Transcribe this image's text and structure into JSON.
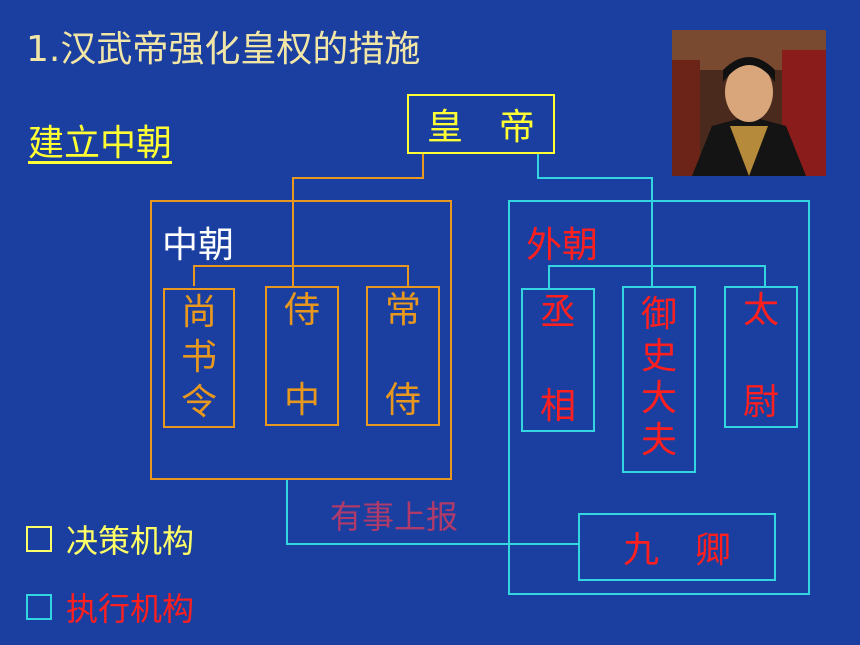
{
  "title": "1.汉武帝强化皇权的措施",
  "subtitle": "建立中朝",
  "emperor": {
    "label": "皇　帝"
  },
  "inner_court": {
    "label": "中朝",
    "offices": [
      {
        "chars": [
          "尚",
          "书",
          "令"
        ]
      },
      {
        "chars": [
          "侍",
          "中"
        ]
      },
      {
        "chars": [
          "常",
          "侍"
        ]
      }
    ]
  },
  "outer_court": {
    "label": "外朝",
    "offices": [
      {
        "chars": [
          "丞",
          "相"
        ]
      },
      {
        "chars": [
          "御",
          "史",
          "大",
          "夫"
        ]
      },
      {
        "chars": [
          "太",
          "尉"
        ]
      }
    ],
    "nine_ministers": "九　卿"
  },
  "report_label": "有事上报",
  "legend": [
    {
      "label": "决策机构"
    },
    {
      "label": "执行机构"
    }
  ],
  "colors": {
    "background": "#1a3fa0",
    "inner_line": "#e8981e",
    "outer_line": "#33d6e0",
    "emperor": "#ffff33",
    "outer_text": "#ff1f1f"
  }
}
